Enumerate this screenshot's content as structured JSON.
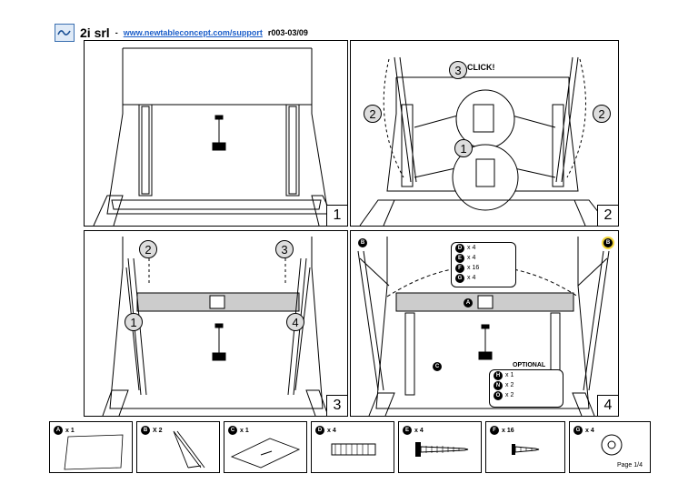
{
  "header": {
    "company": "2i srl",
    "separator": "-",
    "link": "www.newtableconcept.com/support",
    "revision": "r003-03/09",
    "logo_icon": "wave-logo-icon"
  },
  "steps": [
    {
      "number": "1"
    },
    {
      "number": "2",
      "callouts": [
        "2",
        "3",
        "CLICK!",
        "1",
        "2"
      ]
    },
    {
      "number": "3",
      "callouts": [
        "2",
        "3",
        "1",
        "4"
      ]
    },
    {
      "number": "4",
      "parts_box": [
        {
          "badge": "D",
          "qty": "x 4"
        },
        {
          "badge": "E",
          "qty": "x 4"
        },
        {
          "badge": "F",
          "qty": "x 16"
        },
        {
          "badge": "G",
          "qty": "x 4"
        }
      ],
      "labels": {
        "b_left": "B",
        "b_right": "B",
        "a": "A",
        "c": "C",
        "optional": "OPTIONAL"
      },
      "optional_box": [
        {
          "badge": "H",
          "qty": "x 1"
        },
        {
          "badge": "N",
          "qty": "x 2"
        },
        {
          "badge": "O",
          "qty": "x 2"
        }
      ]
    }
  ],
  "parts": [
    {
      "badge": "A",
      "qty": "x 1"
    },
    {
      "badge": "B",
      "qty": "X 2"
    },
    {
      "badge": "C",
      "qty": "x 1"
    },
    {
      "badge": "D",
      "qty": "x 4"
    },
    {
      "badge": "E",
      "qty": "x 4"
    },
    {
      "badge": "F",
      "qty": "x 16"
    },
    {
      "badge": "G",
      "qty": "x 4"
    }
  ],
  "page": "Page 1/4"
}
